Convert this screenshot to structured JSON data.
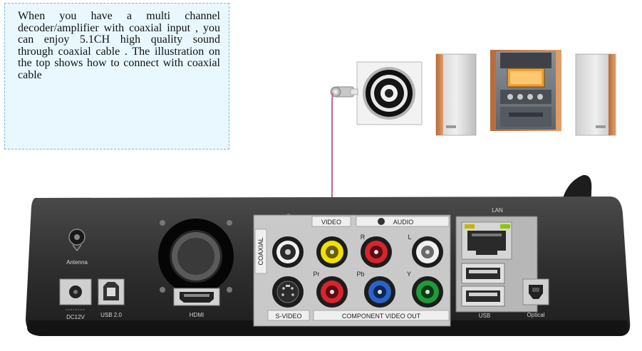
{
  "callout": {
    "text": "When you have a multi channel decoder/amplifier with coaxial input , you can enjoy 5.1CH high quality sound through coaxial cable .  The illustration on the top shows how to connect with coaxial cable"
  },
  "device": {
    "labels": {
      "antenna": "Antenna",
      "dc": "DC12V",
      "usb2": "USB 2.0",
      "hdmi": "HDMI",
      "coaxial": "COAXIAL",
      "svideo": "S-VIDEO",
      "video": "VIDEO",
      "audio": "AUDIO",
      "r": "R",
      "l": "L",
      "pr": "Pr",
      "pb": "Pb",
      "y": "Y",
      "component": "COMPONENT VIDEO OUT",
      "lan": "LAN",
      "usb": "USB",
      "optical": "Optical"
    }
  },
  "colors": {
    "cable": "#c0668e",
    "panel": "#2e2e2e",
    "callout_bg": "#e8f8fe",
    "jack_yellow": "#f2e000",
    "jack_red": "#d8242c",
    "jack_blue": "#2a63c8",
    "jack_green": "#1f9b3a",
    "jack_white": "#f0f0f0"
  }
}
